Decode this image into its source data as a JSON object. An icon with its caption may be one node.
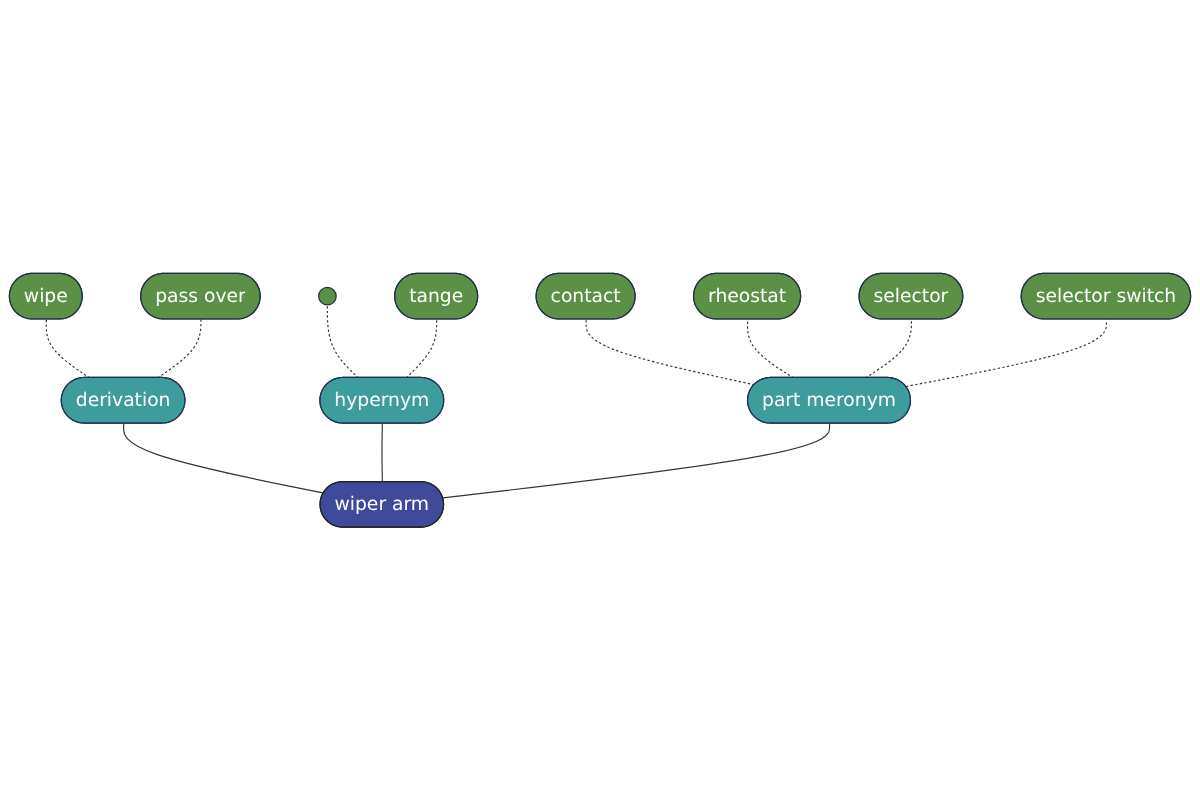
{
  "diagram": {
    "nodes": [
      {
        "text": [],
        "shape": "circle"
      },
      {
        "text": [
          "contact"
        ]
      },
      {
        "text": [
          "selector"
        ]
      },
      {
        "text": [
          "pass over"
        ]
      },
      {
        "text": [
          "rheostat"
        ]
      },
      {
        "text": [
          "part meronym"
        ]
      },
      {
        "text": [
          "wipe"
        ]
      },
      {
        "text": [
          "derivation"
        ]
      },
      {
        "text": [
          "hypernym"
        ]
      },
      {
        "text": [
          "tange"
        ]
      },
      {
        "text": [
          "selector switch"
        ]
      },
      {
        "text": [
          "wiper arm"
        ]
      }
    ],
    "edges": [
      {
        "from": 11,
        "to": 7,
        "arrow": "none"
      },
      {
        "from": 11,
        "to": 8,
        "arrow": "none"
      },
      {
        "from": 11,
        "to": 5,
        "arrow": "none"
      },
      {
        "from": 7,
        "to": 6,
        "arrow": "none",
        "style": "dashed"
      },
      {
        "from": 7,
        "to": 3,
        "arrow": "none",
        "style": "dashed"
      },
      {
        "from": 8,
        "to": 0,
        "arrow": "none",
        "style": "dashed"
      },
      {
        "from": 8,
        "to": 9,
        "arrow": "none",
        "style": "dashed"
      },
      {
        "from": 5,
        "to": 1,
        "arrow": "none",
        "style": "dashed"
      },
      {
        "from": 5,
        "to": 4,
        "arrow": "none",
        "style": "dashed"
      },
      {
        "from": 5,
        "to": 2,
        "arrow": "none",
        "style": "dashed"
      },
      {
        "from": 5,
        "to": 10,
        "arrow": "none",
        "style": "dashed"
      }
    ]
  }
}
